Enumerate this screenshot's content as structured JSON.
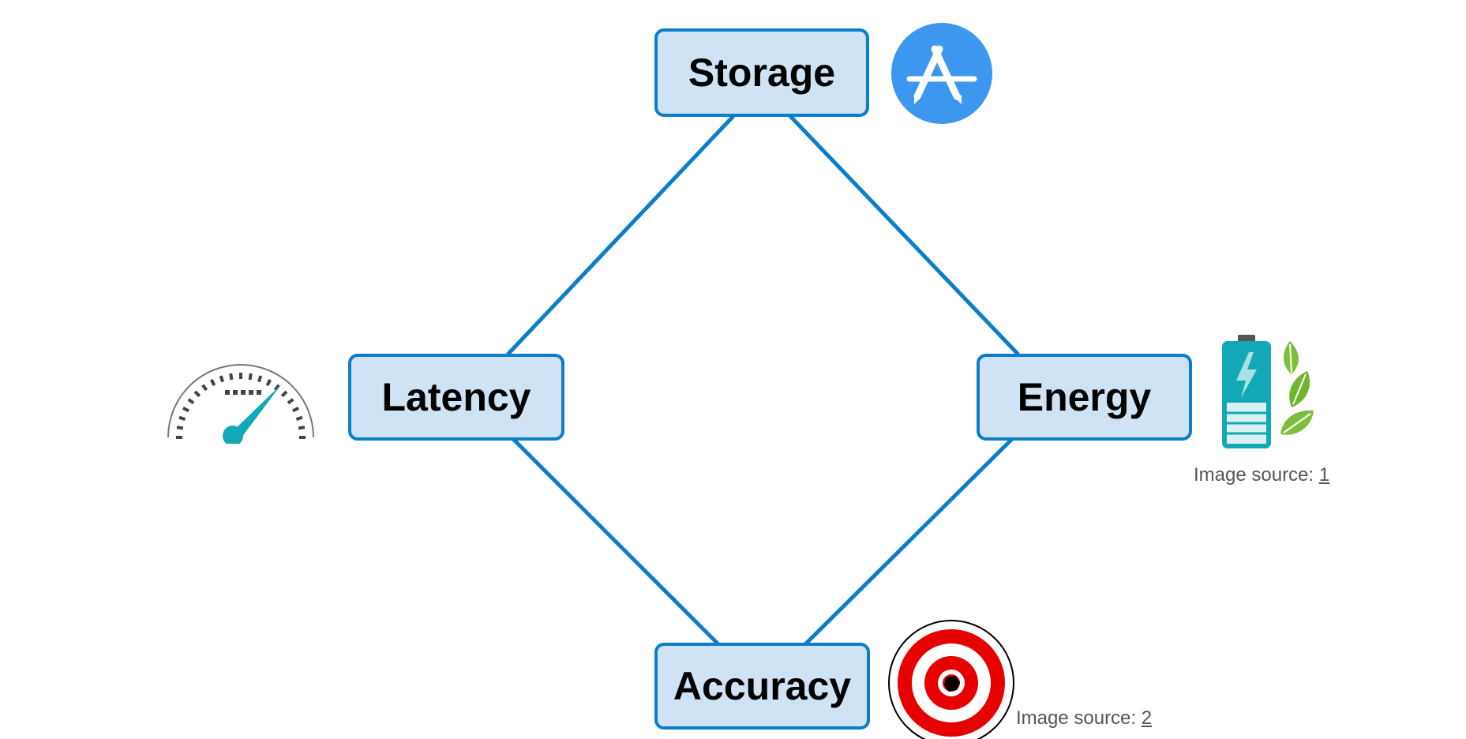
{
  "nodes": {
    "storage": "Storage",
    "latency": "Latency",
    "energy": "Energy",
    "accuracy": "Accuracy"
  },
  "sources": {
    "label": "Image source:",
    "link_1": "1",
    "link_2": "2"
  },
  "icons": {
    "storage": "app-store-icon",
    "latency": "speedometer-icon",
    "energy": "green-battery-icon",
    "accuracy": "target-icon"
  },
  "colors": {
    "node_fill": "#cfe3f4",
    "node_border": "#0a7ecb",
    "connector": "#0a7ecb",
    "app_store_blue": "#3d97ee",
    "gauge_teal": "#12a8b5",
    "target_red": "#e60000"
  }
}
